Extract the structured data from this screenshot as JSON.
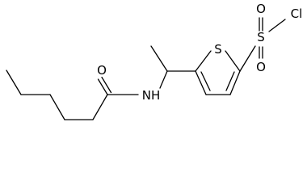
{
  "molecule": {
    "atoms": {
      "carbonyl_oxygen": "O",
      "amide_nitrogen": "NH",
      "ring_sulfur": "S",
      "sulfonyl_sulfur": "S",
      "sulfonyl_oxygen_top": "O",
      "sulfonyl_oxygen_bottom": "O",
      "chlorine": "Cl"
    }
  }
}
